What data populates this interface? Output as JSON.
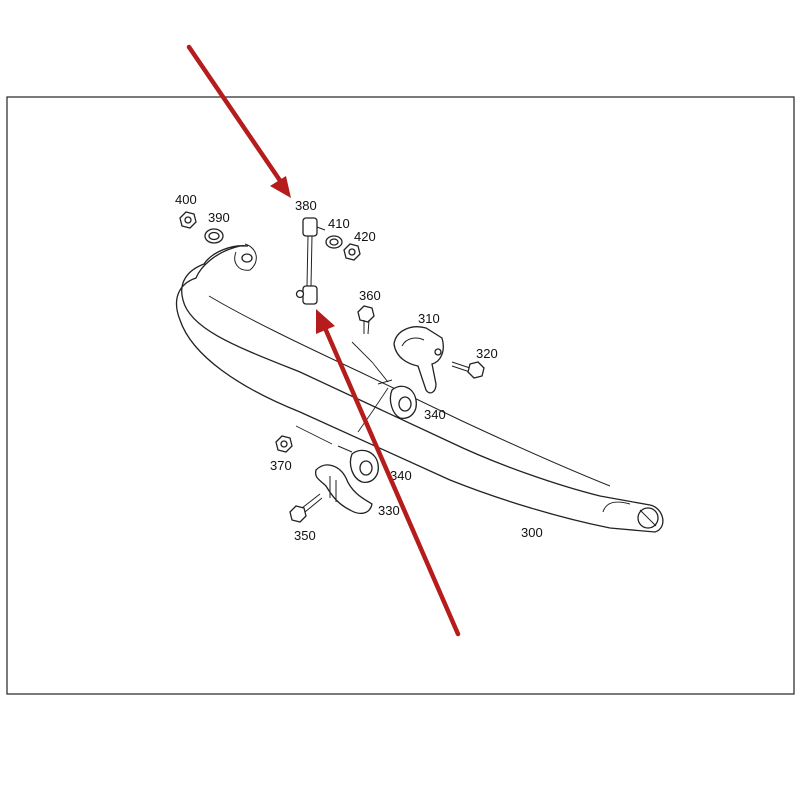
{
  "diagram": {
    "accent_color": "#b51c1c",
    "labels": {
      "p300": "300",
      "p310": "310",
      "p320": "320",
      "p330": "330",
      "p340a": "340",
      "p340b": "340",
      "p350": "350",
      "p360": "360",
      "p370": "370",
      "p380": "380",
      "p390": "390",
      "p400": "400",
      "p410": "410",
      "p420": "420"
    }
  }
}
